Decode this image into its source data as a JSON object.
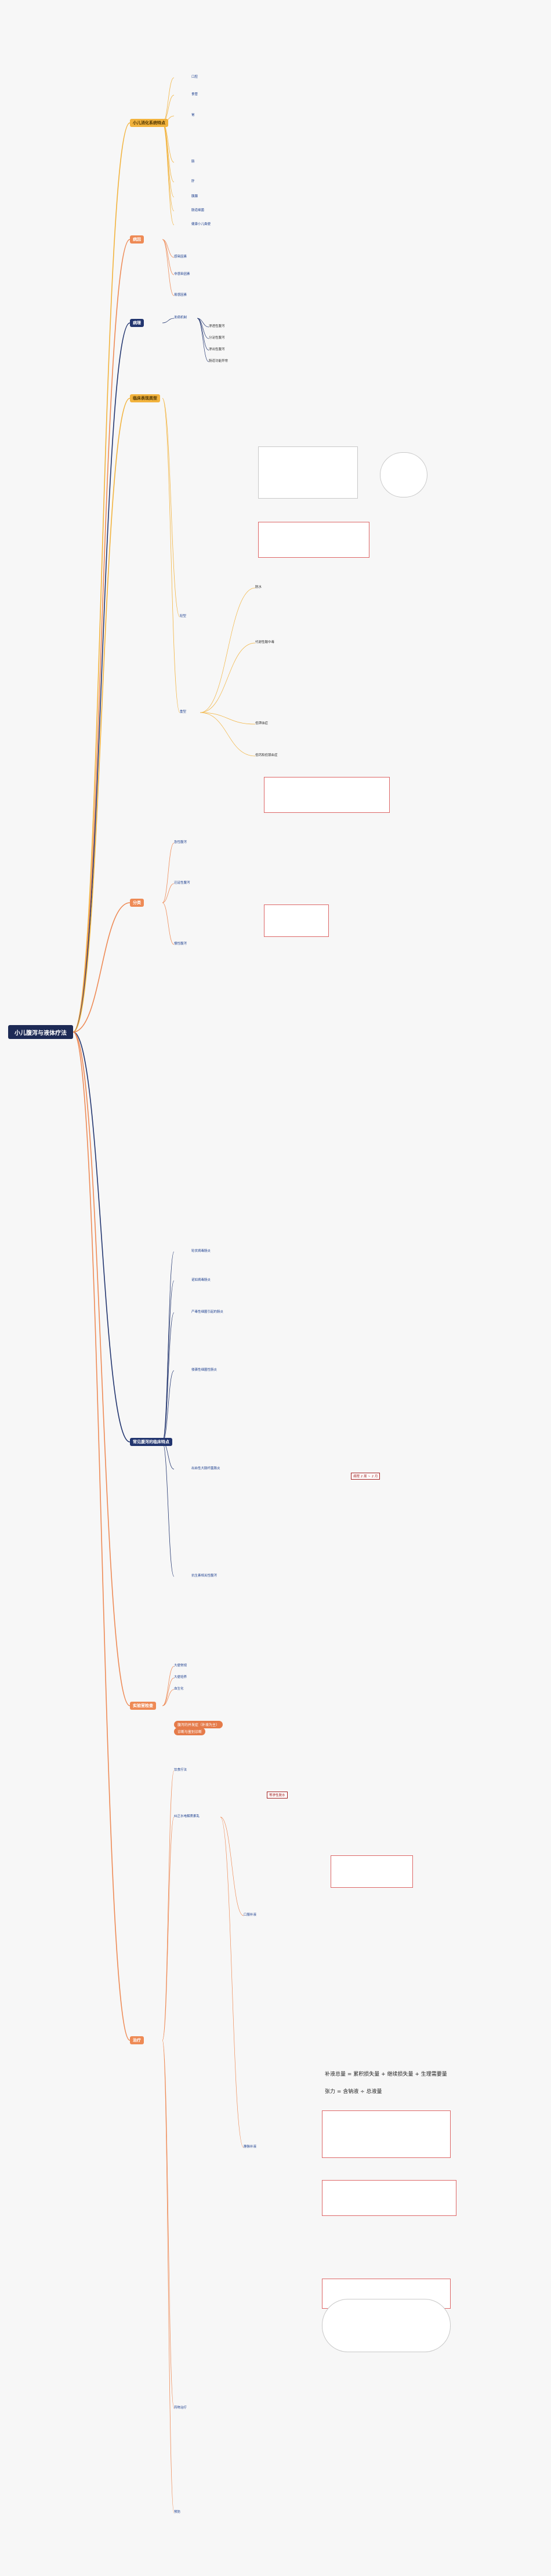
{
  "root": "小儿腹泻与液体疗法",
  "branches": {
    "b1": "小儿消化系统特点",
    "b2": "病因",
    "b3": "病理",
    "b4": "临床表现类型",
    "b5": "分类",
    "b6": "常见腹泻的临床特点",
    "b7": "实验室检查",
    "b8": "治疗"
  },
  "pills": {
    "p1": "腹泻的并发症（补液为主）",
    "p2": "诊断与鉴别诊断"
  },
  "labels": {
    "l1": "口腔",
    "l2": "食管",
    "l3": "胃",
    "l4": "肠",
    "l5": "肝",
    "l6": "胰腺",
    "l7": "肠道细菌",
    "l8": "健康小儿粪便",
    "l9": "感染因素",
    "l10": "非感染因素",
    "l11": "易感因素",
    "l12": "发病机制",
    "l13": "渗透性腹泻",
    "l14": "分泌性腹泻",
    "l15": "渗出性腹泻",
    "l16": "肠道功能异常",
    "l17": "轻型",
    "l18": "重型",
    "l19": "脱水",
    "l20": "代谢性酸中毒",
    "l21": "低钾血症",
    "l22": "低钙和低镁血症",
    "l23": "急性腹泻",
    "l24": "迁延性腹泻",
    "l25": "慢性腹泻",
    "l26": "轮状病毒肠炎",
    "l27": "诺如病毒肠炎",
    "l28": "产毒性细菌引起的肠炎",
    "l29": "侵袭性细菌性肠炎",
    "l30": "出血性大肠杆菌肠炎",
    "l31": "抗生素相关性腹泻",
    "l32": "大便常规",
    "l33": "大便培养",
    "l34": "血生化",
    "l35": "饮食疗法",
    "l36": "纠正水电解质紊乱",
    "l37": "口服补液",
    "l38": "静脉补液",
    "l39": "药物治疗",
    "l40": "预防"
  },
  "formulas": {
    "f1": "补液总量 = 累积损失量 + 继续损失量 + 生理需要量",
    "f2": "张力 = 含钠液 ÷ 总液量"
  },
  "boxed": {
    "x1": "病程 2 周 ~ 2 月",
    "x2": "等渗性脱水"
  },
  "colors": {
    "navy": "#1d2a55",
    "yellow": "#f2b33d",
    "orange": "#ee8a55",
    "line_yellow": "#f2b33d",
    "line_orange": "#ee8a55",
    "line_navy": "#22356f"
  }
}
